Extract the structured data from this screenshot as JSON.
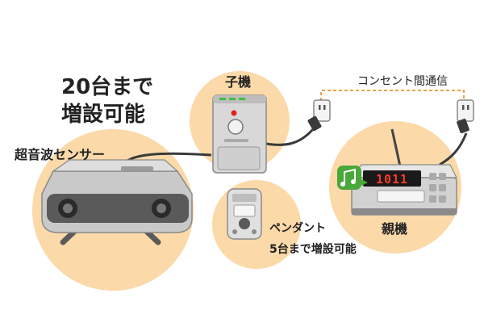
{
  "labels": {
    "capacity_line1": "20台まで",
    "capacity_line2": "増設可能",
    "ultrasonic_sensor": "超音波センサー",
    "child_unit": "子機",
    "outlet_communication": "コンセント間通信",
    "parent_unit": "親機",
    "pendant": "ペンダント",
    "pendant_capacity": "5台まで増設可能"
  },
  "devices": {
    "parent_display": "1011"
  },
  "icons": {
    "music": "music-note-icon",
    "outlet": "power-outlet-icon",
    "plug": "power-plug-icon"
  },
  "colors": {
    "circle_fill": "#fbd9a8",
    "cable": "#3a3a3a",
    "dashed_line": "#e8a050",
    "device_gray": "#c9c9c9",
    "device_dark": "#5a5a5a",
    "led_red": "#e02020",
    "led_green": "#3fbf3f",
    "music_green": "#4aa83a"
  }
}
